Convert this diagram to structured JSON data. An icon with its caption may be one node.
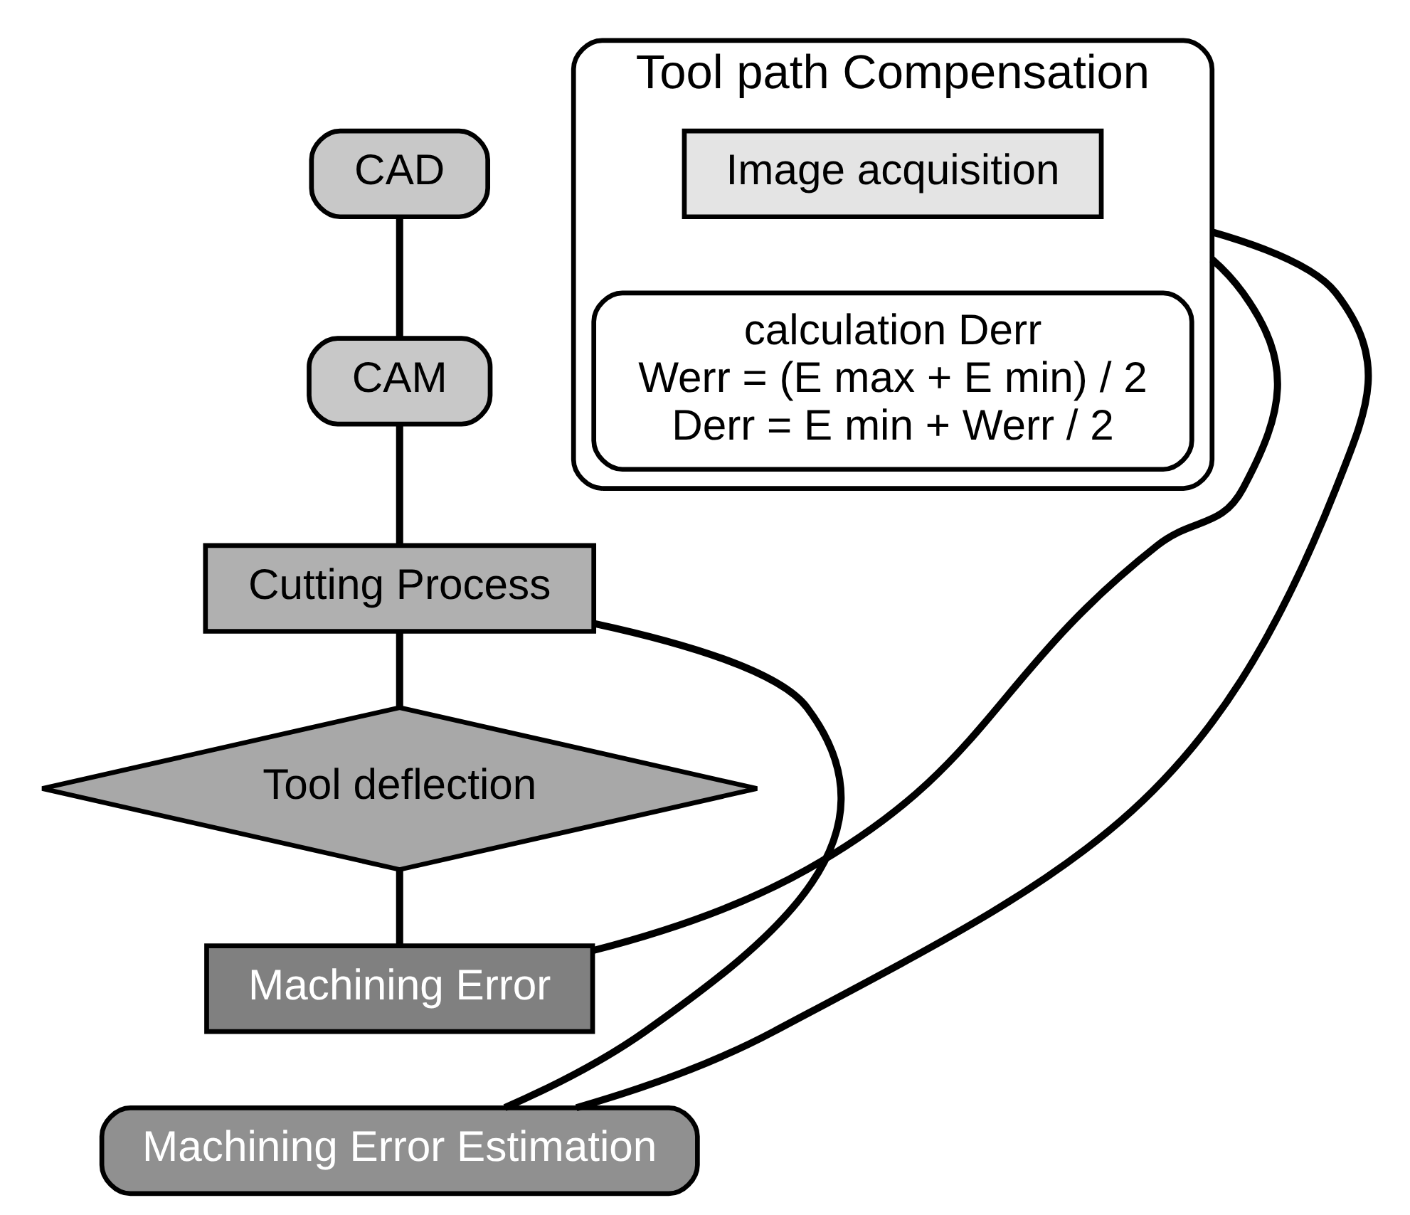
{
  "diagram": {
    "nodes": [
      {
        "text": [
          "CAD"
        ]
      },
      {
        "text": [
          "CAM"
        ]
      },
      {
        "text": [
          "Cutting Process"
        ]
      },
      {
        "text": [
          "Tool deflection"
        ]
      },
      {
        "text": [
          "Machining Error"
        ]
      },
      {
        "text": [
          "Machining Error Estimation"
        ]
      },
      {
        "text": [
          "Tool path Compensation"
        ]
      },
      {
        "text": [
          "Image acquisition"
        ],
        "in": 6
      },
      {
        "text": [
          "calculation Derr",
          "Werr = (E max + E min) / 2",
          "Derr = E min + Werr / 2"
        ],
        "in": 6
      }
    ],
    "edges": [
      {
        "from": 0,
        "to": 1,
        "arrow": "none"
      },
      {
        "from": 1,
        "to": 2,
        "arrow": "none"
      },
      {
        "from": 2,
        "to": 3,
        "arrow": "none"
      },
      {
        "from": 3,
        "to": 4,
        "arrow": "none"
      },
      {
        "from": 4,
        "to": 6,
        "arrow": "none"
      },
      {
        "from": 5,
        "to": 6,
        "arrow": "none"
      },
      {
        "from": 5,
        "to": 2,
        "arrow": "none"
      }
    ]
  }
}
